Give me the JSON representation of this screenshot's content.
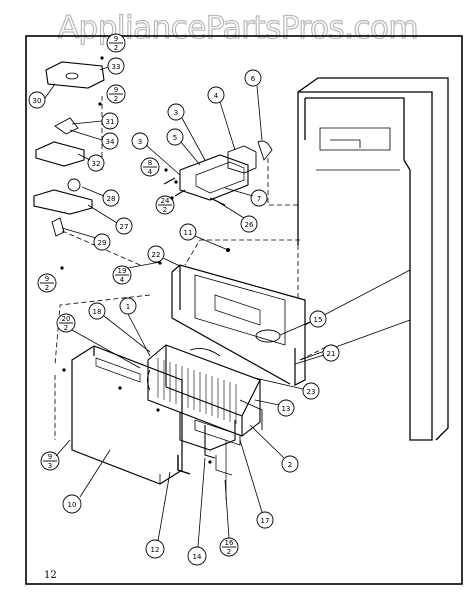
{
  "diagram": {
    "watermark": "AppliancePartsPros.com",
    "page_number": "12",
    "callouts": {
      "c1": "1",
      "c2": "2",
      "c3a": "3",
      "c3b": "3",
      "c4": "4",
      "c5": "5",
      "c6": "6",
      "c7": "7",
      "c10": "10",
      "c11": "11",
      "c12": "12",
      "c13": "13",
      "c14": "14",
      "c15": "15",
      "c17": "17",
      "c18": "18",
      "c21": "21",
      "c22": "22",
      "c23": "23",
      "c26": "26",
      "c27": "27",
      "c28": "28",
      "c29": "29",
      "c30": "30",
      "c31": "31",
      "c32": "32",
      "c33": "33",
      "c34": "34"
    },
    "fractions": {
      "f_top": {
        "num": "9",
        "den": "2"
      },
      "f_mid": {
        "num": "9",
        "den": "2"
      },
      "f_8_4": {
        "num": "8",
        "den": "4"
      },
      "f_24_2": {
        "num": "24",
        "den": "2"
      },
      "f_9_2_low": {
        "num": "9",
        "den": "2"
      },
      "f_19_4": {
        "num": "19",
        "den": "4"
      },
      "f_20_2": {
        "num": "20",
        "den": "2"
      },
      "f_9_3": {
        "num": "9",
        "den": "3"
      },
      "f_16_2": {
        "num": "16",
        "den": "2"
      }
    }
  }
}
